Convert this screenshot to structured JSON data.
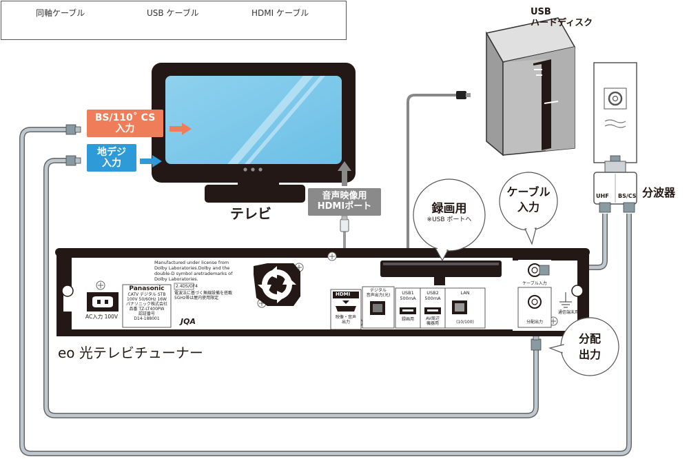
{
  "legend": {
    "coax": "同軸ケーブル",
    "usb": "USB ケーブル",
    "hdmi": "HDMI ケーブル"
  },
  "tv": {
    "label": "テレビ",
    "input_bs": [
      "BS/110˚ CS",
      "入力"
    ],
    "input_digital": [
      "地デジ",
      "入力"
    ],
    "hdmi_port": [
      "音声映像用",
      "HDMIポート"
    ]
  },
  "hdd": {
    "label": [
      "USB",
      "ハードディスク"
    ]
  },
  "splitter": {
    "label": "分波器",
    "uhf": "UHF",
    "bscs": "BS/CS"
  },
  "bubbles": {
    "recording": "録画用",
    "recording_note": "※USB ポートへ",
    "cable_in": [
      "ケーブル",
      "入力"
    ],
    "dist_out": [
      "分配",
      "出力"
    ]
  },
  "stb": {
    "name": "eo 光テレビチューナー",
    "license": [
      "Manufactured under license from",
      "Dolby Laboratories.Dolby and the",
      "double-D symbol aretrademarks of",
      "Dolby Laboratories."
    ],
    "ac_label": "AC入力 100V",
    "plate_brand": "Panasonic",
    "plate_line1": "CATV デジタル STB",
    "plate_line2": "100V  50/60Hz  16W",
    "plate_line3": "パナソニック株式会社",
    "plate_line4": "品番 TZ-LT400PW",
    "plate_line5": "認証番号",
    "plate_line6": "D14-188001",
    "radio_code": "2.4DS/OF4",
    "radio_note": [
      "電波法に基づく無線設備を搭載",
      "5GHz帯は屋内使用限定"
    ],
    "jqa": "JQA",
    "hdmi_tag": "HDMI",
    "hdmi_port_label": [
      "映像・音声",
      "出力"
    ],
    "optical_label": [
      "デジタル",
      "音声出力(光)"
    ],
    "usb1_title": "USB1",
    "usb1_ma": "500mA",
    "usb1_use": "録画用",
    "usb2_title": "USB2",
    "usb2_ma": "500mA",
    "usb2_use": [
      "AV周辺",
      "機器用"
    ],
    "lan_title": "LAN",
    "lan_speed": "(10/100)",
    "cable_in_label": "ケーブル入力",
    "dist_out_label": "分配出力",
    "comm_label": "通信端末用"
  }
}
